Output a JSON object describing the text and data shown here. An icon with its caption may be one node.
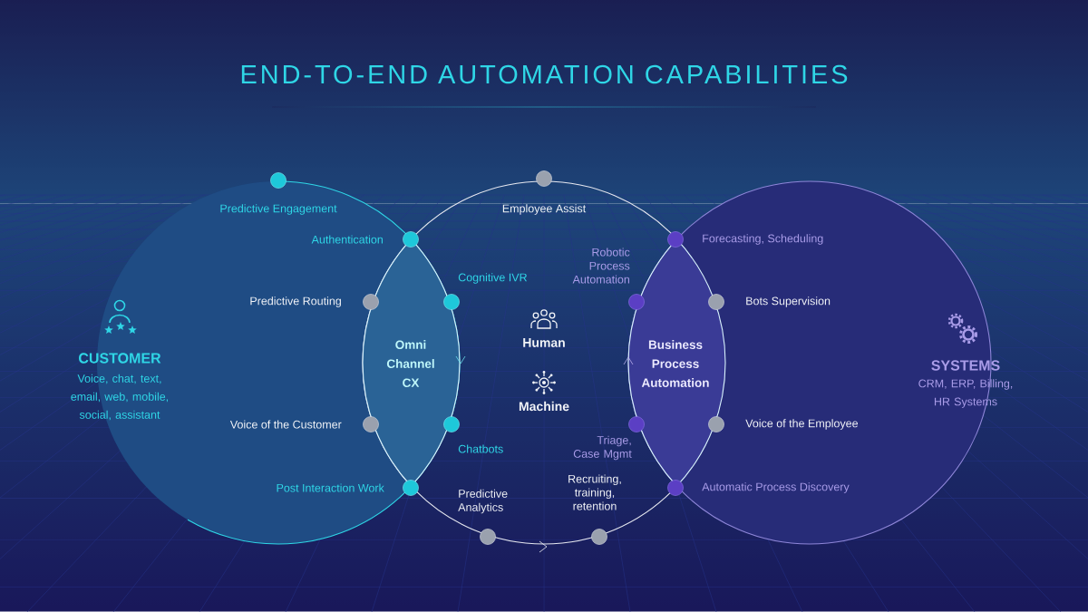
{
  "diagram": {
    "title": "END-TO-END AUTOMATION CAPABILITIES",
    "nodes": [
      {
        "text": [
          "Omni Channel CX"
        ]
      },
      {
        "text": [
          "Business Process Automation"
        ]
      },
      {
        "text": [],
        "shape": "circle"
      },
      {
        "text": [],
        "shape": "circle"
      },
      {
        "text": [],
        "shape": "circle"
      },
      {
        "text": [],
        "shape": "circle"
      },
      {
        "text": [],
        "shape": "circle"
      },
      {
        "text": [],
        "shape": "circle"
      },
      {
        "text": [],
        "shape": "circle"
      },
      {
        "text": [],
        "shape": "circle"
      },
      {
        "text": [],
        "shape": "circle"
      },
      {
        "text": [],
        "shape": "circle"
      },
      {
        "text": [],
        "shape": "circle"
      },
      {
        "text": [],
        "shape": "circle"
      },
      {
        "text": [],
        "shape": "circle"
      },
      {
        "text": [],
        "shape": "circle"
      },
      {
        "text": [],
        "shape": "circle"
      },
      {
        "text": [],
        "shape": "circle"
      }
    ],
    "labels": [
      "Predictive Engagement",
      "Employee Assist",
      "Authentication",
      "Forecasting, Scheduling",
      "Robotic Process Automation",
      "Cognitive IVR",
      "Predictive Routing",
      "Bots Supervision",
      "CUSTOMER",
      "Voice, chat, text, email, web, mobile, social, assistant",
      "Human",
      "Machine",
      "SYSTEMS",
      "CRM, ERP, Billing, HR Systems",
      "Voice of the Customer",
      "Voice of the Employee",
      "Chatbots",
      "Triage, Case Mgmt",
      "Post Interaction Work",
      "Automatic Process Discovery",
      "Predictive Analytics",
      "Recruiting, training, retention"
    ]
  }
}
